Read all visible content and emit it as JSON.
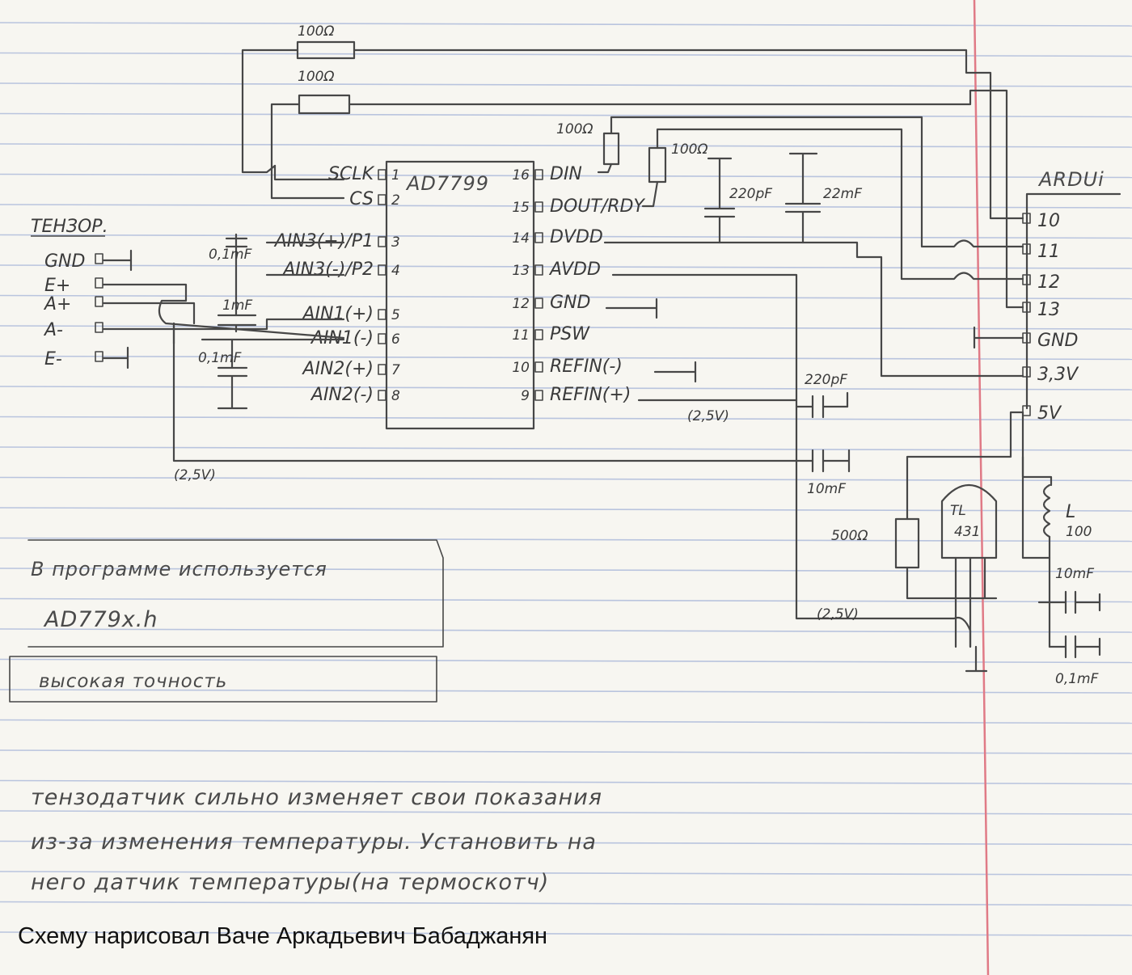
{
  "chip": {
    "name": "AD7799",
    "left_pins": [
      {
        "num": "1",
        "label": "SCLK"
      },
      {
        "num": "2",
        "label": "CS"
      },
      {
        "num": "3",
        "label": "AIN3(+)/P1"
      },
      {
        "num": "4",
        "label": "AIN3(-)/P2"
      },
      {
        "num": "5",
        "label": "AIN1(+)"
      },
      {
        "num": "6",
        "label": "AIN1(-)"
      },
      {
        "num": "7",
        "label": "AIN2(+)"
      },
      {
        "num": "8",
        "label": "AIN2(-)"
      }
    ],
    "right_pins": [
      {
        "num": "16",
        "label": "DIN"
      },
      {
        "num": "15",
        "label": "DOUT/RDY"
      },
      {
        "num": "14",
        "label": "DVDD"
      },
      {
        "num": "13",
        "label": "AVDD"
      },
      {
        "num": "12",
        "label": "GND"
      },
      {
        "num": "11",
        "label": "PSW"
      },
      {
        "num": "10",
        "label": "REFIN(-)"
      },
      {
        "num": "9",
        "label": "REFIN(+)"
      }
    ]
  },
  "arduino": {
    "title": "ARDUi",
    "pins": [
      "10",
      "11",
      "12",
      "13",
      "GND",
      "3,3V",
      "5V"
    ]
  },
  "sensor": {
    "title": "ТЕНЗОР.",
    "pins": [
      "GND",
      "E+",
      "A+",
      "A-",
      "E-"
    ]
  },
  "components": {
    "r_top1": "100Ω",
    "r_top2": "100Ω",
    "r_din": "100Ω",
    "r_dout": "100Ω",
    "c_220pf_top": "220pF",
    "c_22mf": "22mF",
    "c_01mf_top": "0,1mF",
    "c_1mf": "1mF",
    "c_01mf_bottom": "0,1mF",
    "c_220pf_ref": "220pF",
    "c_10mf_ref": "10mF",
    "r_500": "500Ω",
    "tl431": [
      "TL",
      "431"
    ],
    "inductor": "L",
    "inductor_value": "100",
    "c_10mf_right": "10mF",
    "c_01mf_right": "0,1mF"
  },
  "voltages": {
    "ref_left": "(2,5V)",
    "ref_mid": "(2,5V)",
    "ref_tl": "(2,5V)"
  },
  "notes": {
    "library_line1": "В программе используется",
    "library_line2": "AD779x.h",
    "accuracy": "высокая точность",
    "temperature": [
      "тензодатчик сильно изменяет свои показания",
      "из-за изменения температуры. Установить на",
      "него датчик температуры(на термоскотч)"
    ]
  },
  "caption": "Схему нарисовал Ваче Аркадьевич Бабаджанян"
}
